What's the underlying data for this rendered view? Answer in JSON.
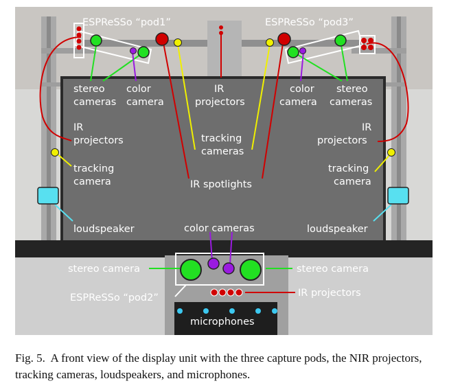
{
  "figure": {
    "labels": {
      "pod1_title": "ESPReSSo “pod1”",
      "pod3_title": "ESPReSSo “pod3”",
      "pod2_title": "ESPReSSo “pod2”",
      "stereo_cameras_left": [
        "stereo",
        "cameras"
      ],
      "color_camera_left": [
        "color",
        "camera"
      ],
      "ir_projectors_top": [
        "IR",
        "projectors"
      ],
      "color_camera_right": [
        "color",
        "camera"
      ],
      "stereo_cameras_right": [
        "stereo",
        "cameras"
      ],
      "ir_projectors_left": [
        "IR",
        "projectors"
      ],
      "ir_projectors_right": [
        "IR",
        "projectors"
      ],
      "tracking_cameras": [
        "tracking",
        "cameras"
      ],
      "tracking_camera_left": [
        "tracking",
        "camera"
      ],
      "tracking_camera_right": [
        "tracking",
        "camera"
      ],
      "ir_spotlights": "IR spotlights",
      "loudspeaker_left": "loudspeaker",
      "loudspeaker_right": "loudspeaker",
      "color_cameras": "color cameras",
      "stereo_camera_left": "stereo camera",
      "stereo_camera_right": "stereo camera",
      "ir_projectors_bottom": "IR projectors",
      "microphones": "microphones"
    },
    "colors": {
      "stereo": "#22e022",
      "color_cam": "#9a1be0",
      "ir": "#d00000",
      "tracking": "#f0f000",
      "speaker": "#58e0f0",
      "mic": "#3cc8f0",
      "screen": "#6e6e6e"
    }
  },
  "caption": {
    "label": "Fig. 5.",
    "text": "A front view of the display unit with the three capture pods, the NIR projectors, tracking cameras, loudspeakers, and microphones."
  }
}
